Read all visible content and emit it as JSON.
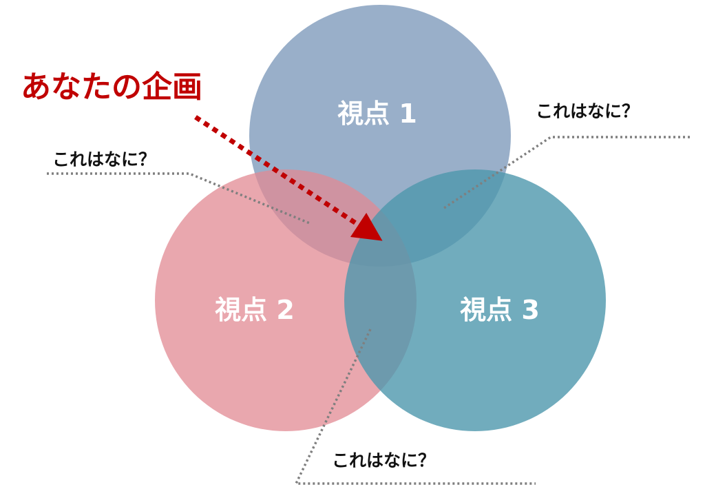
{
  "title": {
    "text": "あなたの企画",
    "color": "#c00000"
  },
  "circles": [
    {
      "label": "視点 1",
      "color": "#7f9bbb"
    },
    {
      "label": "視点 2",
      "color": "#e28a93"
    },
    {
      "label": "視点 3",
      "color": "#4e97ad"
    }
  ],
  "callouts": [
    {
      "text": "これはなに？"
    },
    {
      "text": "これはなに？"
    },
    {
      "text": "これはなに？"
    }
  ],
  "colors": {
    "arrow": "#c00000",
    "callout_line": "#7f7f7f",
    "circle_label": "#ffffff"
  }
}
